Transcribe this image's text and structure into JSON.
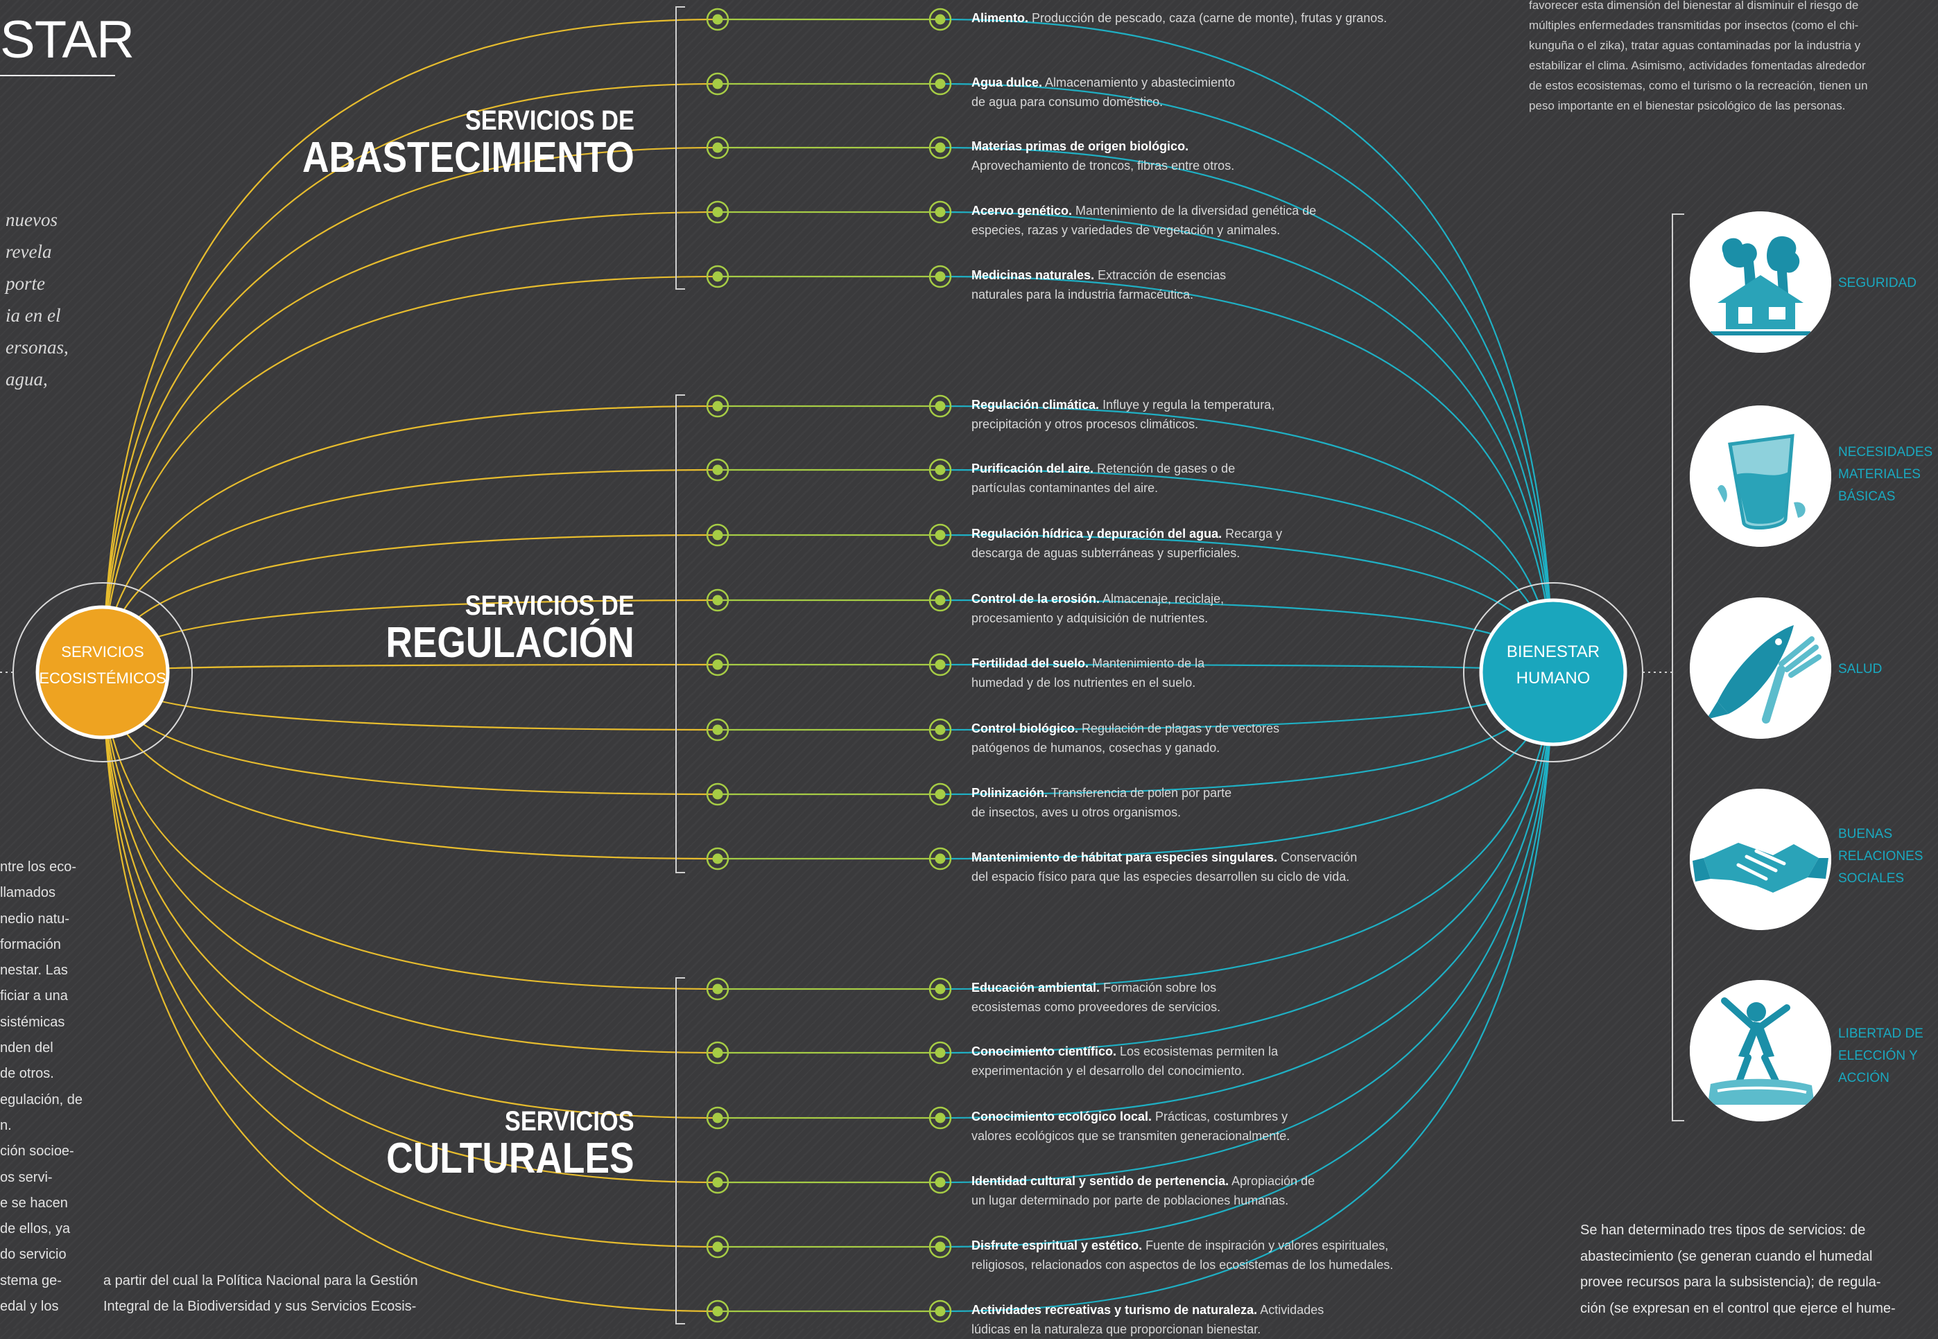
{
  "header": {
    "title_fragment": "STAR"
  },
  "quote_fragments": [
    "nuevos",
    "revela",
    "porte",
    "ia en el",
    "ersonas,",
    "agua,"
  ],
  "left_body_fragments": [
    "ntre los eco-",
    "llamados",
    "nedio natu-",
    "formación",
    "nestar. Las",
    "ficiar a una",
    "sistémicas",
    "nden del",
    "de otros.",
    "egulación, de",
    "n.",
    "ción socioe-",
    "os servi-",
    "e se hacen",
    "de ellos, ya",
    "do servicio",
    "stema ge-",
    "edal y los"
  ],
  "bottom_column_lines": [
    "a partir del cual la Política Nacional para la Gestión",
    "Integral de la Biodiversidad y sus Servicios Ecosis-"
  ],
  "top_right_lines": [
    "favorecer esta dimensión del bienestar al disminuir el riesgo de",
    "múltiples enfermedades transmitidas por insectos (como el chi-",
    "kunguña o el zika), tratar aguas contaminadas por la industria y",
    "estabilizar el clima. Asimismo, actividades fomentadas alrededor",
    "de estos ecosistemas, como el turismo o la recreación, tienen un",
    "peso importante en el bienestar psicológico de las personas."
  ],
  "right_body_lines": [
    "Se han determinado tres tipos de servicios: de",
    "abastecimiento (se generan cuando el humedal",
    "provee recursos para la subsistencia); de regula-",
    "ción (se expresan en el control que ejerce el hume-"
  ],
  "hubs": {
    "left": {
      "line1": "SERVICIOS",
      "line2": "ECOSISTÉMICOS",
      "color": "#eea321"
    },
    "right": {
      "line1": "BIENESTAR",
      "line2": "HUMANO",
      "color": "#1aa6bd"
    }
  },
  "colors": {
    "yellow_line": "#e6bc2e",
    "teal_line": "#1fb0c4",
    "node": "#a6cc45",
    "background": "#3a3a3c"
  },
  "groups": [
    {
      "label_line1": "SERVICIOS DE",
      "label_line2": "ABASTECIMIENTO",
      "services": [
        {
          "title": "Alimento.",
          "desc": " Producción de pescado, caza (carne de monte), frutas y granos."
        },
        {
          "title": "Agua dulce.",
          "desc": " Almacenamiento y abastecimiento",
          "desc2": "de agua para consumo doméstico."
        },
        {
          "title": "Materias primas de origen biológico.",
          "desc": "",
          "desc2": "Aprovechamiento de troncos, fibras entre otros."
        },
        {
          "title": "Acervo genético.",
          "desc": " Mantenimiento de la diversidad genética de",
          "desc2": "especies, razas y variedades de vegetación y animales."
        },
        {
          "title": "Medicinas naturales.",
          "desc": " Extracción de esencias",
          "desc2": "naturales para la industria farmacéutica."
        }
      ]
    },
    {
      "label_line1": "SERVICIOS DE",
      "label_line2": "REGULACIÓN",
      "services": [
        {
          "title": "Regulación climática.",
          "desc": " Influye y regula la temperatura,",
          "desc2": "precipitación y otros procesos climáticos."
        },
        {
          "title": "Purificación del aire.",
          "desc": " Retención de gases o de",
          "desc2": "partículas contaminantes del aire."
        },
        {
          "title": "Regulación hídrica y depuración del agua.",
          "desc": " Recarga y",
          "desc2": "descarga de aguas subterráneas y superficiales."
        },
        {
          "title": "Control de la erosión.",
          "desc": " Almacenaje, reciclaje,",
          "desc2": "procesamiento y adquisición de nutrientes."
        },
        {
          "title": "Fertilidad del suelo.",
          "desc": " Mantenimiento de la",
          "desc2": "humedad y de los nutrientes en el suelo."
        },
        {
          "title": "Control biológico.",
          "desc": " Regulación de plagas y de vectores",
          "desc2": "patógenos de humanos, cosechas y ganado."
        },
        {
          "title": "Polinización.",
          "desc": " Transferencia de polen por parte",
          "desc2": "de insectos, aves u otros organismos."
        },
        {
          "title": "Mantenimiento de hábitat para especies singulares.",
          "desc": " Conservación",
          "desc2": "del espacio físico para que las especies desarrollen su ciclo de vida."
        }
      ]
    },
    {
      "label_line1": "SERVICIOS",
      "label_line2": "CULTURALES",
      "services": [
        {
          "title": "Educación ambiental.",
          "desc": " Formación sobre los",
          "desc2": "ecosistemas como proveedores de servicios."
        },
        {
          "title": "Conocimiento científico.",
          "desc": " Los ecosistemas permiten la",
          "desc2": "experimentación y el desarrollo del conocimiento."
        },
        {
          "title": "Conocimiento ecológico local.",
          "desc": " Prácticas, costumbres y",
          "desc2": "valores ecológicos que se transmiten generacionalmente."
        },
        {
          "title": "Identidad cultural y sentido de pertenencia.",
          "desc": " Apropiación de",
          "desc2": "un lugar determinado por parte de poblaciones humanas."
        },
        {
          "title": "Disfrute espiritual y estético.",
          "desc": " Fuente de inspiración y valores espirituales,",
          "desc2": "religiosos, relacionados con aspectos de los ecosistemas de los humedales."
        },
        {
          "title": "Actividades recreativas y turismo de naturaleza.",
          "desc": " Actividades",
          "desc2": "lúdicas en la naturaleza que proporcionan bienestar."
        }
      ]
    }
  ],
  "wellbeing": [
    {
      "label": "SEGURIDAD",
      "icon": "house-trees-icon"
    },
    {
      "label": "NECESIDADES MATERIALES BÁSICAS",
      "icon": "water-glass-icon"
    },
    {
      "label": "SALUD",
      "icon": "fish-fork-icon"
    },
    {
      "label": "BUENAS RELACIONES SOCIALES",
      "icon": "handshake-icon"
    },
    {
      "label": "LIBERTAD DE ELECCIÓN Y ACCIÓN",
      "icon": "freedom-figure-icon"
    }
  ]
}
